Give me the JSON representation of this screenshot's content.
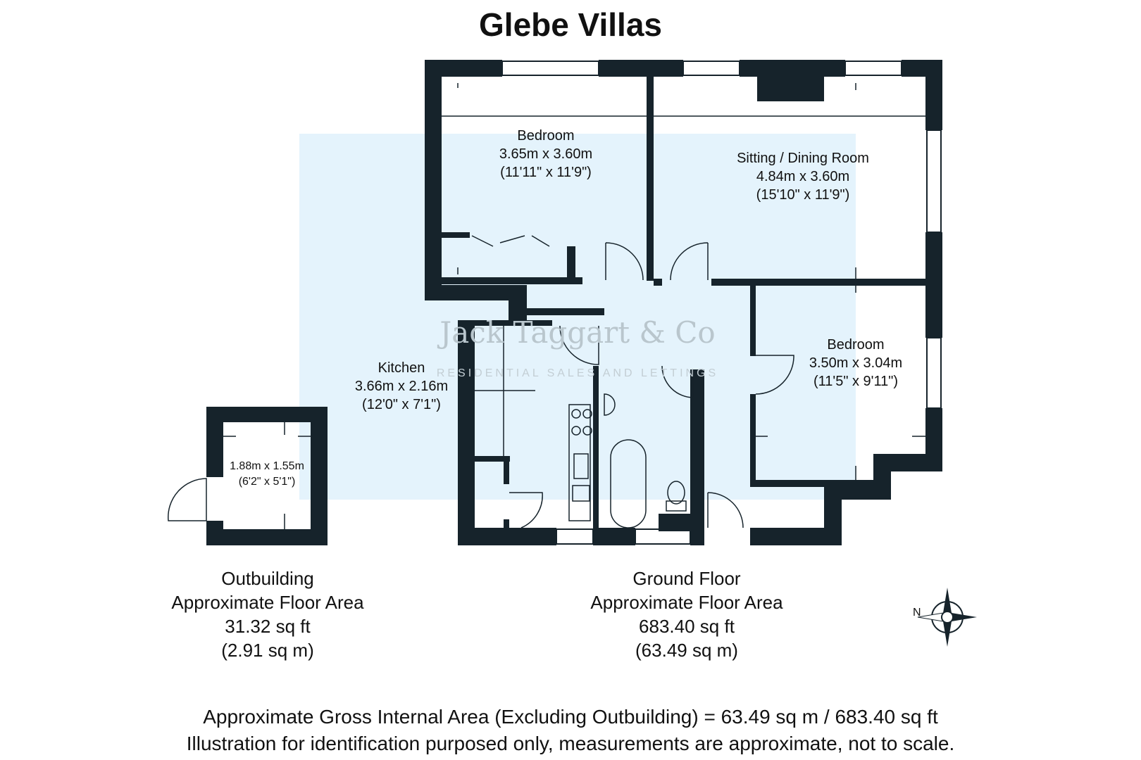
{
  "title": "Glebe Villas",
  "watermark": {
    "brand": "Jack Taggart & Co",
    "tagline": "RESIDENTIAL SALES AND LETTINGS"
  },
  "rooms": {
    "bedroom1": {
      "name": "Bedroom",
      "metric": "3.65m x 3.60m",
      "imperial": "(11'11\" x 11'9\")"
    },
    "sitting": {
      "name": "Sitting / Dining Room",
      "metric": "4.84m x 3.60m",
      "imperial": "(15'10\" x 11'9\")"
    },
    "kitchen": {
      "name": "Kitchen",
      "metric": "3.66m x 2.16m",
      "imperial": "(12'0\" x 7'1\")"
    },
    "bedroom2": {
      "name": "Bedroom",
      "metric": "3.50m x 3.04m",
      "imperial": "(11'5\" x 9'11\")"
    },
    "outbuilding": {
      "metric": "1.88m x 1.55m",
      "imperial": "(6'2\" x 5'1\")"
    }
  },
  "areas": {
    "outbuilding": {
      "line1": "Outbuilding",
      "line2": "Approximate Floor Area",
      "sqft": "31.32 sq ft",
      "sqm": "(2.91 sq m)"
    },
    "ground": {
      "line1": "Ground Floor",
      "line2": "Approximate Floor Area",
      "sqft": "683.40 sq ft",
      "sqm": "(63.49 sq m)"
    }
  },
  "compass": {
    "label": "N"
  },
  "footer": {
    "line1": "Approximate Gross Internal Area (Excluding Outbuilding) = 63.49 sq m / 683.40 sq ft",
    "line2": "Illustration for identification purposed only, measurements are approximate, not to scale."
  },
  "colors": {
    "wall": "#16232b",
    "watermark": "#dff1fb"
  }
}
